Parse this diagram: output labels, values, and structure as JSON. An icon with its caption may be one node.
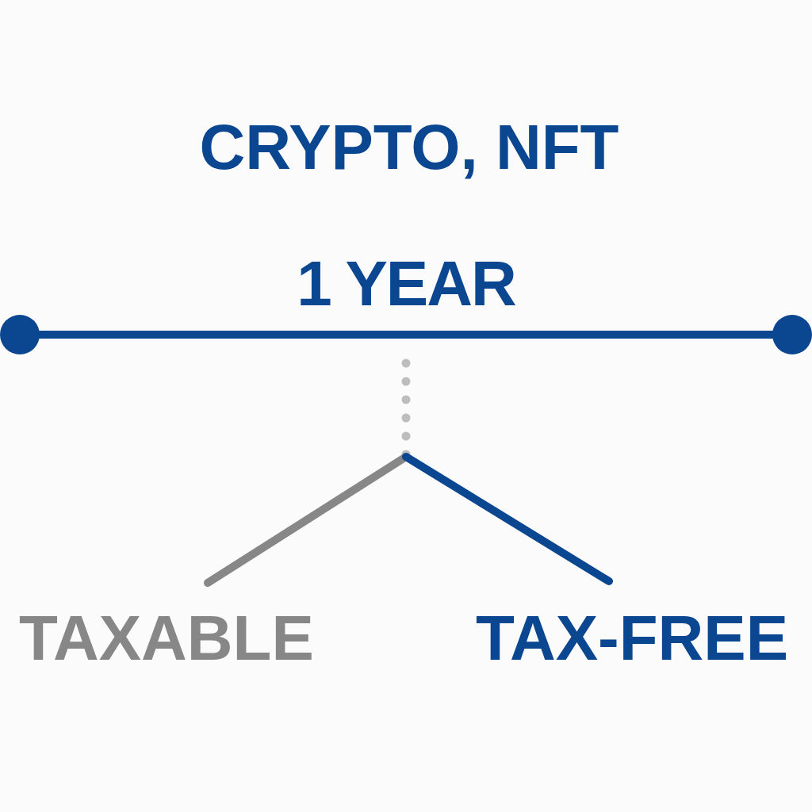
{
  "diagram": {
    "title": "CRYPTO, NFT",
    "nodes": [
      {
        "text": [
          "1 YEAR"
        ]
      },
      {
        "text": [
          "TAXABLE"
        ]
      },
      {
        "text": [
          "TAX-FREE"
        ]
      }
    ],
    "edges": [
      {
        "from": 0,
        "to": 1,
        "arrow": "none",
        "color": "#878787"
      },
      {
        "from": 0,
        "to": 2,
        "arrow": "none",
        "color": "#0b4690"
      }
    ]
  }
}
